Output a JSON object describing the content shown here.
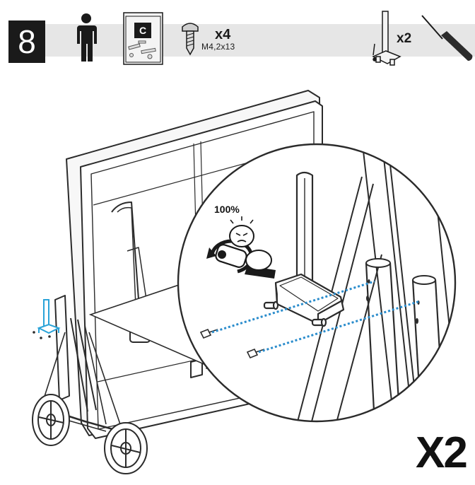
{
  "header": {
    "step_number": "8",
    "bag_letter": "C",
    "screw_quantity": "x4",
    "screw_spec": "M4,2x13",
    "part_quantity": "x2"
  },
  "detail": {
    "torque_label": "100%"
  },
  "footer": {
    "repeat_label": "X2"
  },
  "colors": {
    "header_band": "#e6e6e6",
    "step_box": "#1a1a1a",
    "highlight_part": "#2aa3d8",
    "guide_dots": "#2a8ccc",
    "line": "#2b2b2b"
  },
  "icons": [
    "person-icon",
    "parts-bag-icon",
    "screw-icon",
    "leg-bracket-icon",
    "screwdriver-icon",
    "torque-arrow-icon"
  ]
}
